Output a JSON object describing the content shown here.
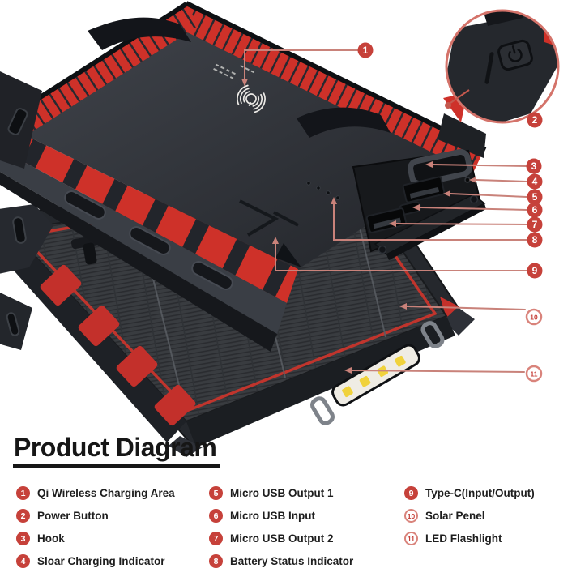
{
  "title": "Product Diagram",
  "callouts": [
    {
      "num": "1",
      "label": "Qi Wireless Charging Area"
    },
    {
      "num": "2",
      "label": "Power Button"
    },
    {
      "num": "3",
      "label": "Hook"
    },
    {
      "num": "4",
      "label": "Sloar Charging Indicator"
    },
    {
      "num": "5",
      "label": "Micro USB Output 1"
    },
    {
      "num": "6",
      "label": "Micro USB Input"
    },
    {
      "num": "7",
      "label": "Micro USB Output 2"
    },
    {
      "num": "8",
      "label": "Battery Status Indicator"
    },
    {
      "num": "9",
      "label": "Type-C(Input/Output)"
    },
    {
      "num": "10",
      "label": "Solar Penel"
    },
    {
      "num": "11",
      "label": "LED Flashlight"
    }
  ],
  "colors": {
    "accent_red": "#ce3129",
    "callout_red": "#c6413a",
    "leader_salmon": "#c9827a",
    "inset_ring": "#d4736a",
    "device_dark": "#24262b",
    "led_yellow": "#f0d23c"
  }
}
